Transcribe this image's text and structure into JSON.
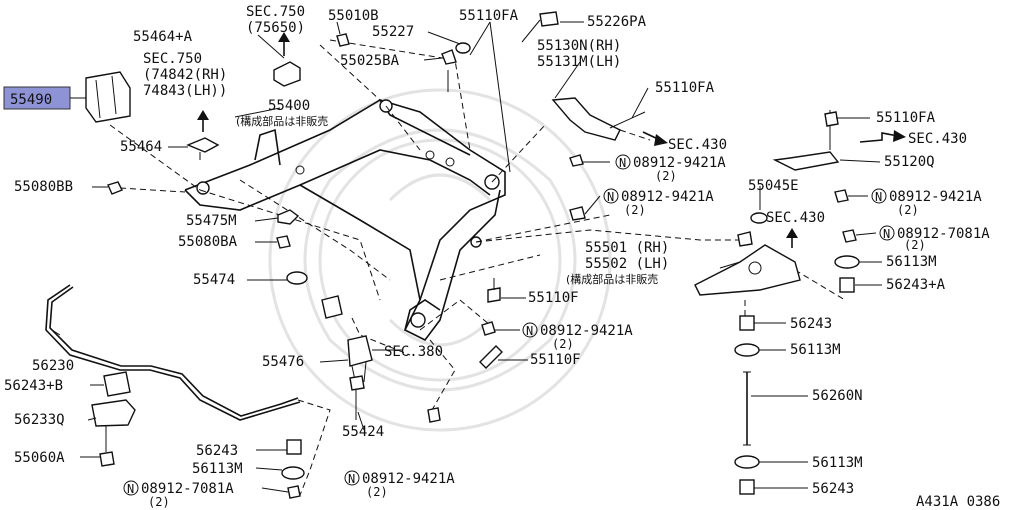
{
  "diagram_id": "A431A 0386",
  "highlight_color": "#8e93d6",
  "labels": {
    "p55490": "55490",
    "p55464a": "55464+A",
    "sec750a": "SEC.750",
    "sec750a_code": "(75650)",
    "sec750b": "SEC.750",
    "sec750b_rh": "(74842(RH)",
    "sec750b_lh": " 74843(LH))",
    "p55010b": "55010B",
    "p55227": "55227",
    "p55025ba": "55025BA",
    "p55110fa_top": "55110FA",
    "p55226pa": "55226PA",
    "p55130n": "55130N(RH)",
    "p55131m": "55131M(LH)",
    "p55110fa_2": "55110FA",
    "p55400": "55400",
    "not_sold_1": "(構成部品は非販売",
    "p55464": "55464",
    "p55080bb": "55080BB",
    "p55475m": "55475M",
    "p55080ba": "55080BA",
    "sec430_a": "SEC.430",
    "n_08912_1": "08912-9421A",
    "n_08912_1_q": "(2)",
    "p55110fa_3": "55110FA",
    "sec430_b": "SEC.430",
    "p55120q": "55120Q",
    "p55045e": "55045E",
    "n_08912_2": "08912-9421A",
    "n_08912_2_q": "(2)",
    "n_08912_3": "08912-9421A",
    "n_08912_3_q": "(2)",
    "sec430_c": "SEC.430",
    "n_08912_7081": "08912-7081A",
    "n_08912_7081_q": "(2)",
    "p55501": "55501 (RH)",
    "p55502": "55502 (LH)",
    "not_sold_2": "(構成部品は非販売",
    "p56113m_1": "56113M",
    "p56243a": "56243+A",
    "p55474": "55474",
    "p55110f_1": "55110F",
    "n_08912_4": "08912-9421A",
    "n_08912_4_q": "(2)",
    "p56243_1": "56243",
    "p56113m_2": "56113M",
    "sec380": "SEC.380",
    "p55476": "55476",
    "p55110f_2": "55110F",
    "p56230": "56230",
    "p56243b": "56243+B",
    "p56233q": "56233Q",
    "p56260n": "56260N",
    "p55424": "55424",
    "p55060a": "55060A",
    "p56243_2": "56243",
    "p56113m_3": "56113M",
    "p56113m_4": "56113M",
    "n_08912_5": "08912-9421A",
    "n_08912_5_q": "(2)",
    "p56243_3": "56243",
    "n_08912_6": "08912-7081A",
    "n_08912_6_q": "(2)",
    "n_symbol": "N"
  }
}
